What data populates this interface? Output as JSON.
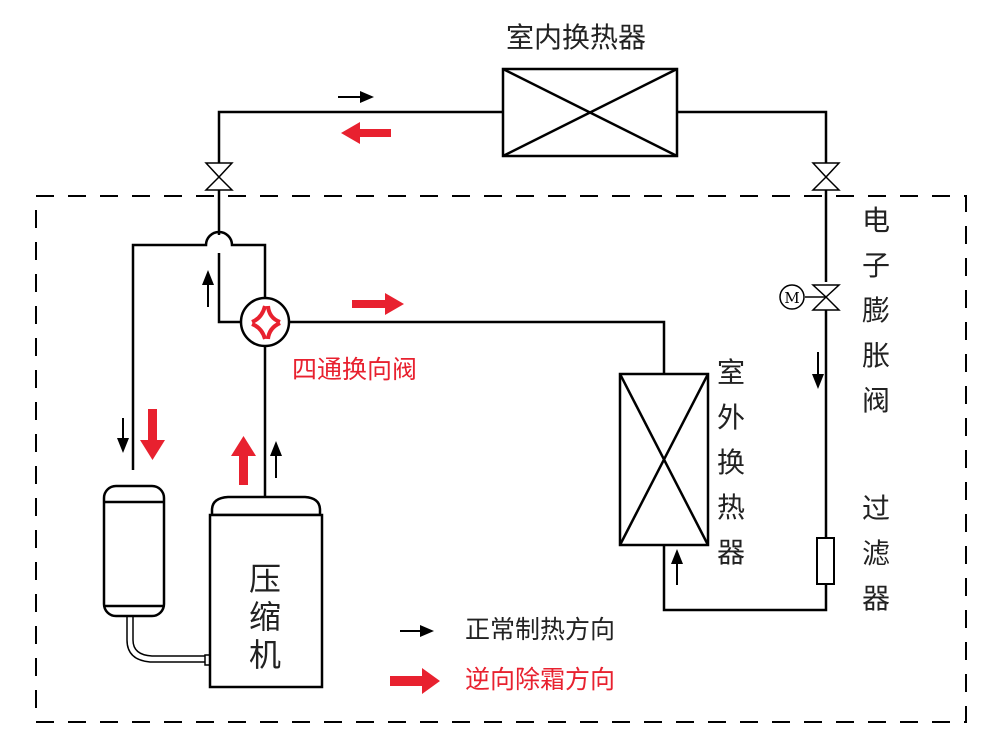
{
  "colors": {
    "line": "#000000",
    "defrost": "#e8212f",
    "text": "#222222"
  },
  "labels": {
    "indoor_hx": "室内换热器",
    "outdoor_hx": "室外换热器",
    "four_way_valve": "四通换向阀",
    "eev": "电子膨胀阀",
    "filter": "过滤器",
    "compressor": "压缩机",
    "motor": "M"
  },
  "legend": {
    "normal": "正常制热方向",
    "defrost": "逆向除霜方向"
  }
}
